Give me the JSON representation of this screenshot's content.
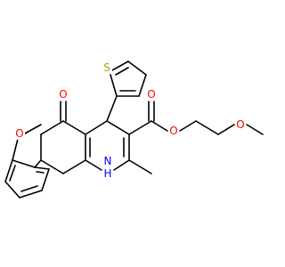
{
  "atoms": {
    "O_ketone": {
      "text": "O",
      "color": "#ff0000"
    },
    "S_thiophene": {
      "text": "S",
      "color": "#b2a000"
    },
    "O_carbonyl": {
      "text": "O",
      "color": "#ff0000"
    },
    "O_ester": {
      "text": "O",
      "color": "#ff0000"
    },
    "O_ether_chain": {
      "text": "O",
      "color": "#ff0000"
    },
    "O_methoxy_aryl": {
      "text": "O",
      "color": "#ff0000"
    },
    "N_amine": {
      "text": "N",
      "color": "#0000ff"
    },
    "H_amine": {
      "text": "H",
      "color": "#0000ff"
    }
  }
}
